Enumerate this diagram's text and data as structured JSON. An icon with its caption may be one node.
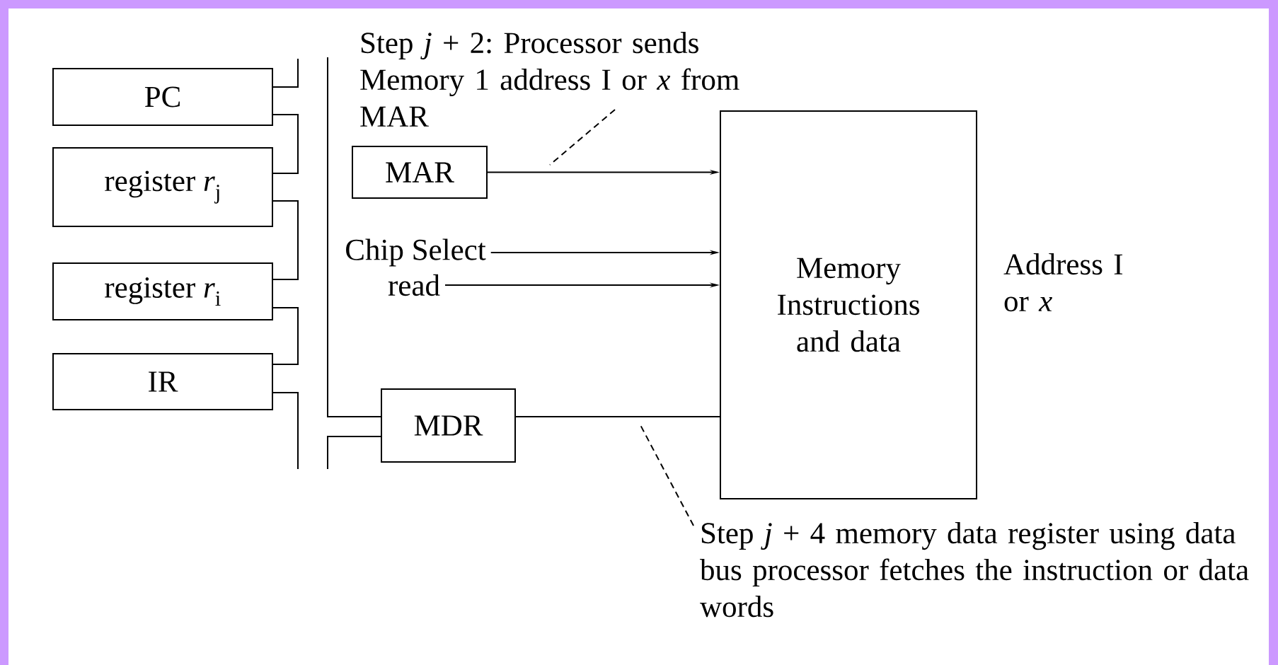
{
  "diagram": {
    "nodes": [
      {
        "text": [
          "PC"
        ]
      },
      {
        "text": [
          "register *r*$_{j}$"
        ]
      },
      {
        "text": [
          "register *r*$_{i}$"
        ]
      },
      {
        "text": [
          "IR"
        ]
      },
      {
        "text": [
          "MAR"
        ]
      },
      {
        "text": [
          "MDR"
        ]
      },
      {
        "text": [
          "Memory",
          "Instructions and data"
        ],
        "beside": [
          "Address I or *x*"
        ]
      },
      {
        "text": [
          "Chip Select"
        ]
      },
      {
        "text": [
          "read"
        ]
      },
      {
        "text": [
          "Step *j* + 2: Processor sends Memory 1 address I or *x* from MAR"
        ]
      },
      {
        "text": [
          "Step *j* + 4 memory data register using data bus processor fetches the instruction or data words"
        ]
      }
    ],
    "edges": [
      {
        "from": null,
        "to": 0,
        "arrow": "none"
      },
      {
        "from": 0,
        "to": 1,
        "arrow": "none"
      },
      {
        "from": 1,
        "to": 2,
        "arrow": "none"
      },
      {
        "from": 2,
        "to": 3,
        "arrow": "none"
      },
      {
        "from": 3,
        "to": null,
        "arrow": "none"
      },
      {
        "from": null,
        "to": 5,
        "arrow": "none"
      },
      {
        "from": null,
        "to": 5,
        "arrow": "none"
      },
      {
        "from": 4,
        "to": 6,
        "arrow": "to"
      },
      {
        "from": 7,
        "to": 6,
        "arrow": "to"
      },
      {
        "from": 8,
        "to": 6,
        "arrow": "to"
      },
      {
        "from": 5,
        "to": 6,
        "arrow": "none"
      },
      {
        "from": 9,
        "to": null,
        "arrow": "none",
        "style": "dashed"
      },
      {
        "from": 10,
        "to": null,
        "arrow": "none",
        "style": "dashed"
      }
    ]
  }
}
